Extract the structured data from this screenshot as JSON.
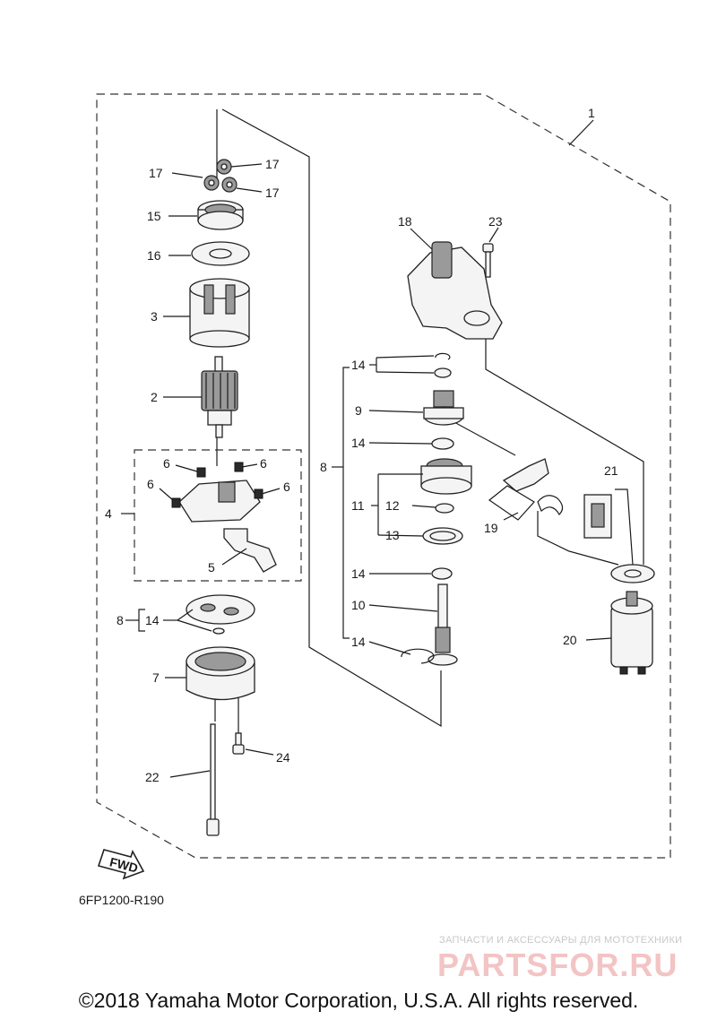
{
  "diagram_code": "6FP1200-R190",
  "fwd_label": "FWD",
  "watermark": {
    "tagline": "ЗАПЧАСТИ И АКСЕССУАРЫ ДЛЯ МОТОТЕХНИКИ",
    "logo": "PARTSFOR.RU"
  },
  "copyright": "©2018 Yamaha Motor Corporation, U.S.A. All rights reserved.",
  "callouts": {
    "c1": "1",
    "c2": "2",
    "c3": "3",
    "c4": "4",
    "c5": "5",
    "c6a": "6",
    "c6b": "6",
    "c6c": "6",
    "c6d": "6",
    "c7": "7",
    "c8a": "8",
    "c8b": "8",
    "c9": "9",
    "c10": "10",
    "c11": "11",
    "c12": "12",
    "c13": "13",
    "c14a": "14",
    "c14b": "14",
    "c14c": "14",
    "c14d": "14",
    "c14e": "14",
    "c15": "15",
    "c16": "16",
    "c17a": "17",
    "c17b": "17",
    "c17c": "17",
    "c18": "18",
    "c19": "19",
    "c20": "20",
    "c21": "21",
    "c22": "22",
    "c23": "23",
    "c24": "24"
  }
}
